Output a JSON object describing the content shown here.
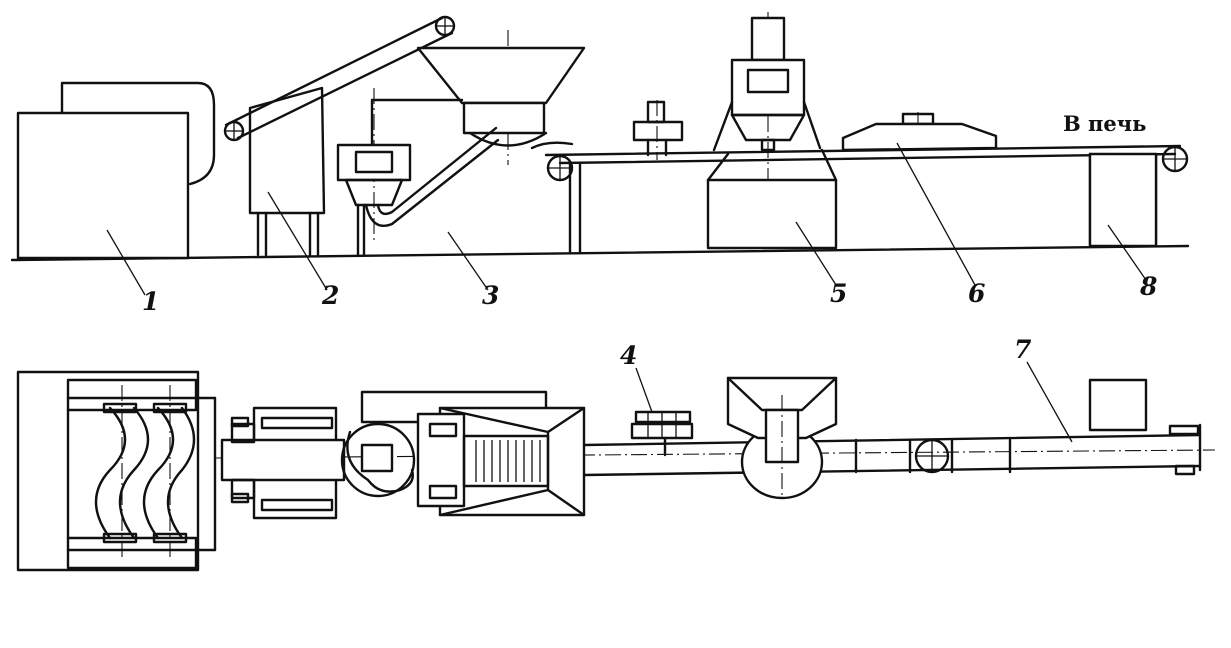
{
  "oven_label": "В печь",
  "callouts": {
    "c1": "1",
    "c2": "2",
    "c3": "3",
    "c4": "4",
    "c5": "5",
    "c6": "6",
    "c7": "7",
    "c8": "8"
  }
}
